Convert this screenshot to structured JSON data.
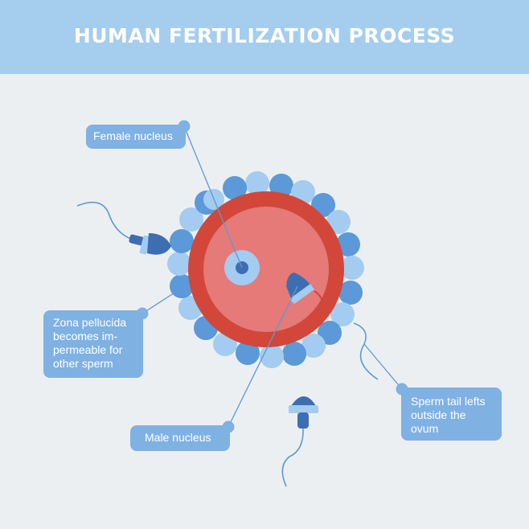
{
  "header": {
    "title": "HUMAN FERTILIZATION PROCESS"
  },
  "labels": {
    "female_nucleus": "Female nucleus",
    "zona_pellucida": "Zona pellucida becomes im-permeable for other sperm",
    "male_nucleus": "Male nucleus",
    "sperm_tail": "Sperm tail lefts outside the ovum"
  },
  "colors": {
    "header_bg": "#a5cdee",
    "background": "#eceff1",
    "ovum_membrane": "#d2473a",
    "ovum_inner": "#e57a78",
    "cell_dark": "#5b99d8",
    "cell_light": "#a3ccf0",
    "label_bg": "#7fb1e3",
    "nucleus_dark": "#3d6eb2"
  }
}
